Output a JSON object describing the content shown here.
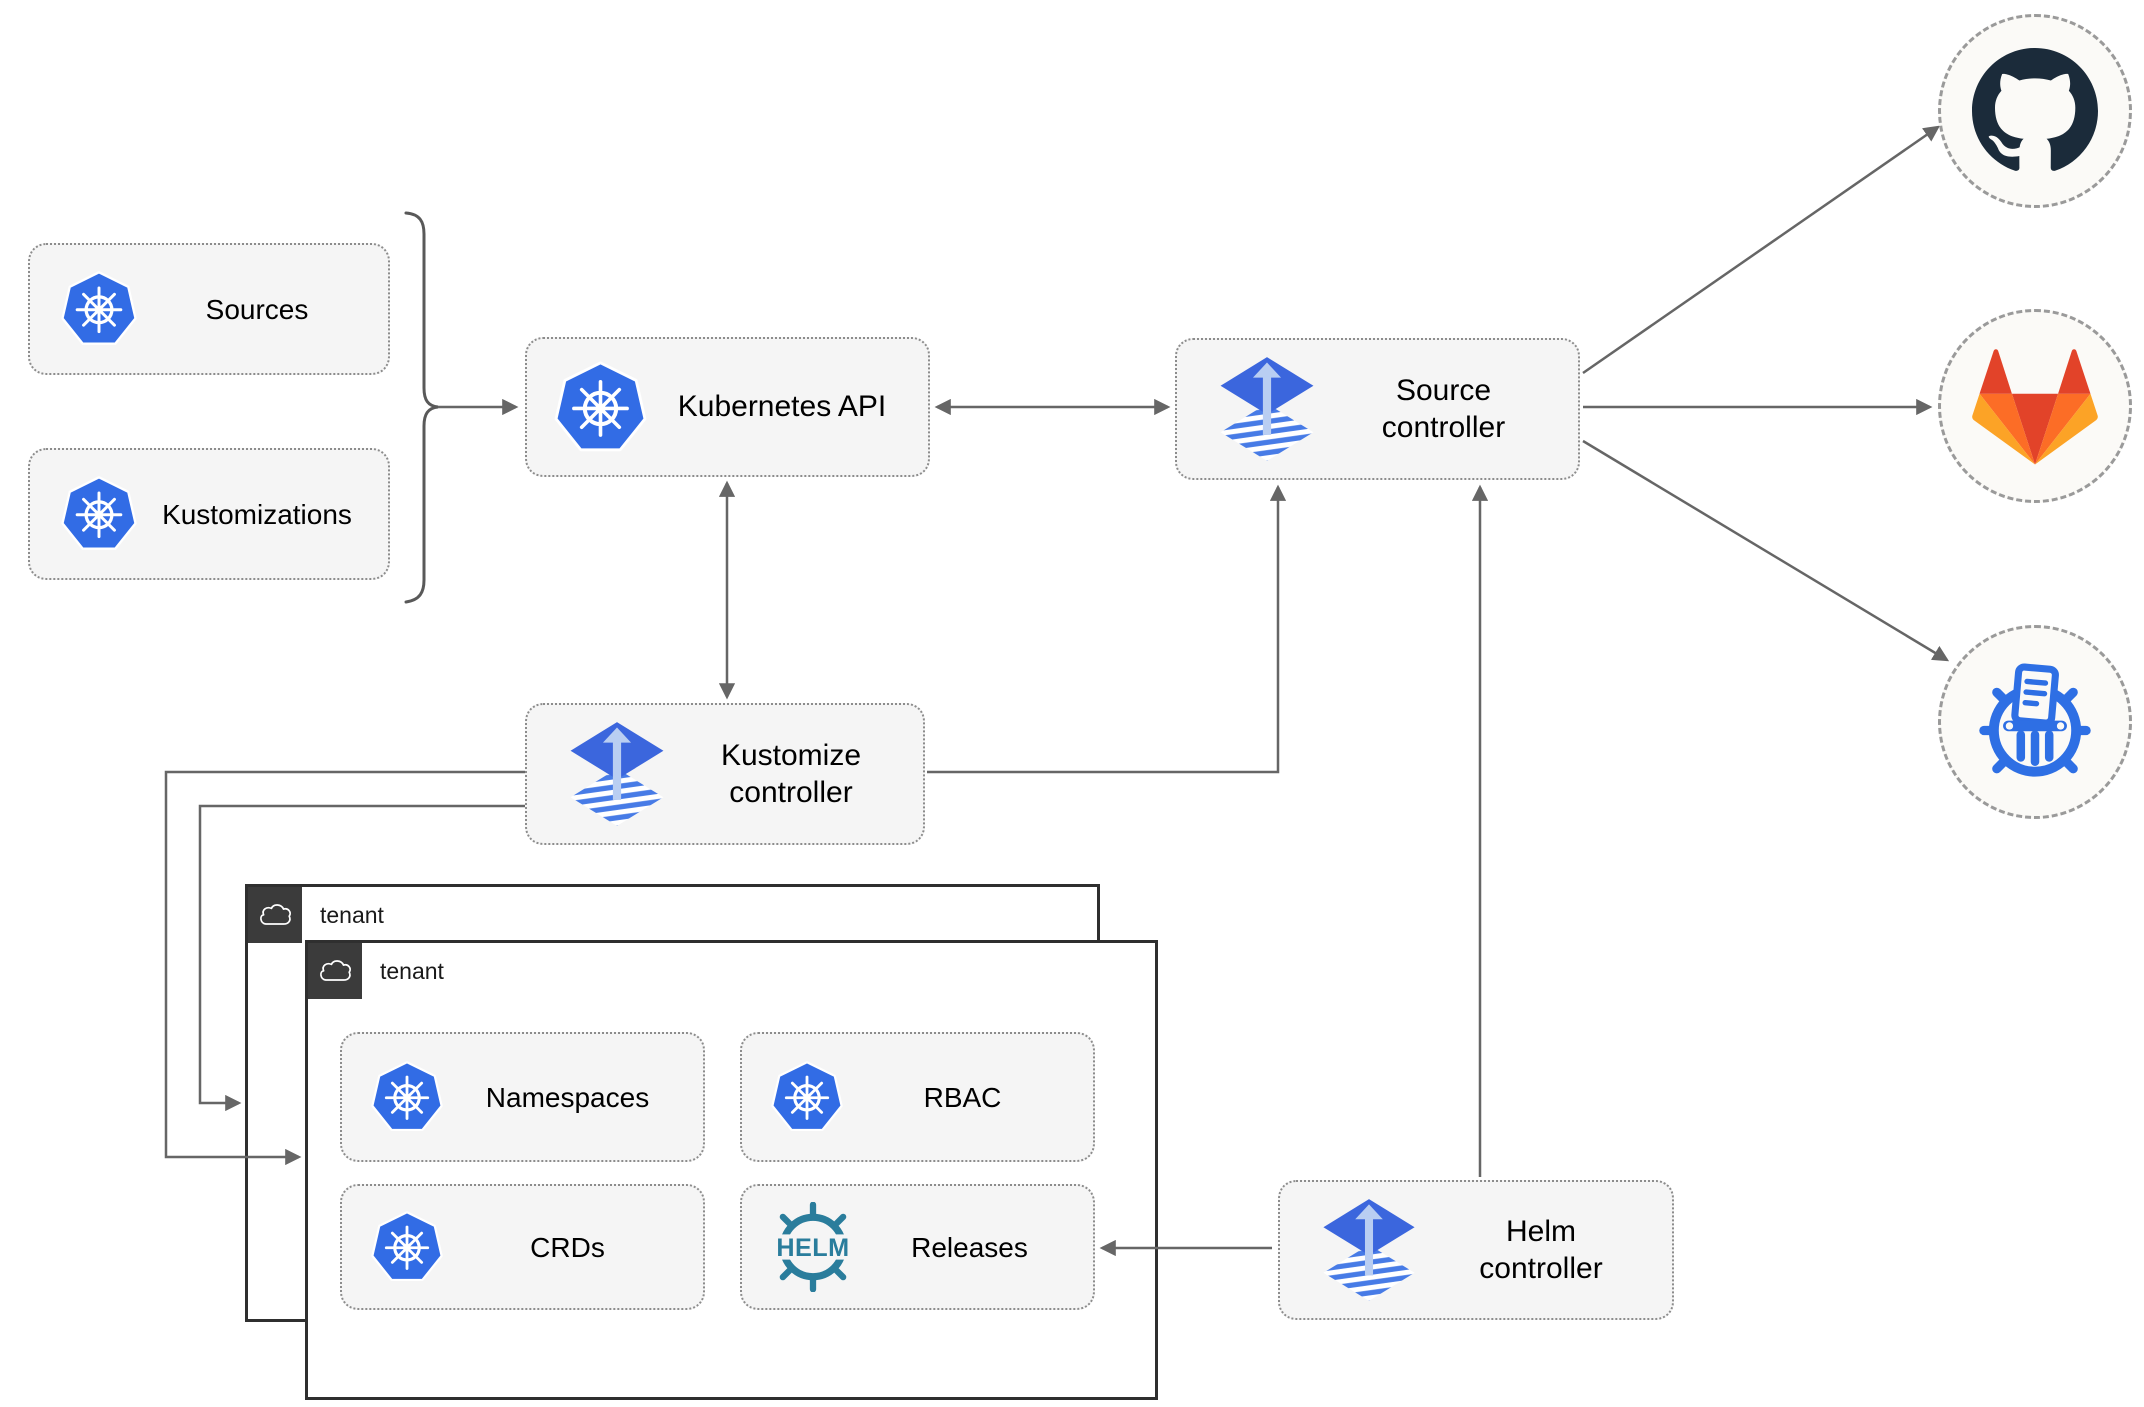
{
  "nodes": {
    "sources": {
      "label": "Sources",
      "icon": "kubernetes"
    },
    "kustomizations": {
      "label": "Kustomizations",
      "icon": "kubernetes"
    },
    "kubernetes_api": {
      "label": "Kubernetes API",
      "icon": "kubernetes"
    },
    "source_controller": {
      "label": "Source\ncontroller",
      "icon": "flux"
    },
    "kustomize_controller": {
      "label": "Kustomize\ncontroller",
      "icon": "flux"
    },
    "helm_controller": {
      "label": "Helm\ncontroller",
      "icon": "flux"
    },
    "tenant_outer": {
      "label": "tenant",
      "icon": "cloud"
    },
    "tenant_inner": {
      "label": "tenant",
      "icon": "cloud"
    },
    "namespaces": {
      "label": "Namespaces",
      "icon": "kubernetes"
    },
    "rbac": {
      "label": "RBAC",
      "icon": "kubernetes"
    },
    "crds": {
      "label": "CRDs",
      "icon": "kubernetes"
    },
    "releases": {
      "label": "Releases",
      "icon": "helm"
    }
  },
  "providers": [
    {
      "name": "github",
      "icon": "github-logo"
    },
    {
      "name": "gitlab",
      "icon": "gitlab-logo"
    },
    {
      "name": "chartmuseum",
      "icon": "chartmuseum-logo"
    }
  ],
  "icons": {
    "helm_text": "HELM"
  },
  "edges": [
    {
      "from": "sources+kustomizations group",
      "to": "kubernetes_api",
      "type": "arrow"
    },
    {
      "from": "kubernetes_api",
      "to": "source_controller",
      "type": "bidirectional"
    },
    {
      "from": "kubernetes_api",
      "to": "kustomize_controller",
      "type": "bidirectional"
    },
    {
      "from": "kustomize_controller",
      "to": "source_controller",
      "type": "arrow"
    },
    {
      "from": "helm_controller",
      "to": "source_controller",
      "type": "arrow"
    },
    {
      "from": "source_controller",
      "to": "github",
      "type": "arrow"
    },
    {
      "from": "source_controller",
      "to": "gitlab",
      "type": "arrow"
    },
    {
      "from": "source_controller",
      "to": "chartmuseum",
      "type": "arrow"
    },
    {
      "from": "kustomize_controller",
      "to": "tenant_inner",
      "type": "arrow"
    },
    {
      "from": "kustomize_controller",
      "to": "tenant_outer",
      "type": "arrow"
    },
    {
      "from": "helm_controller",
      "to": "releases",
      "type": "arrow"
    }
  ],
  "colors": {
    "kubernetes_blue": "#326ce5",
    "flux_blue": "#3b66dd",
    "flux_arrow_light": "#b9cef2",
    "helm_teal": "#2a7d9c",
    "github_dark": "#1b2b3a",
    "gitlab_orange": "#e24329",
    "gitlab_mid_orange": "#fc6d26",
    "gitlab_yellow": "#fca326",
    "chartmuseum_blue": "#2e6fe4",
    "connector_gray": "#666666",
    "node_fill": "#f5f5f5",
    "tenant_tab_dark": "#3b3b3b"
  }
}
